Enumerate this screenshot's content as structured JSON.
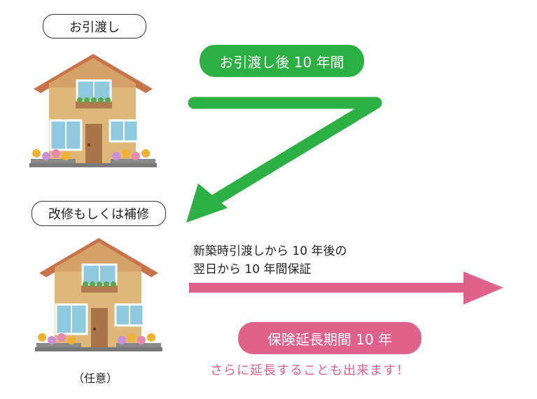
{
  "labels": {
    "handover": "お引渡し",
    "renovation": "改修もしくは補修",
    "optional": "（任意）"
  },
  "badges": {
    "green": "お引渡し後 10 年間",
    "pink": "保険延長期間 10 年"
  },
  "note": {
    "line1": "新築時引渡しから 10 年後の",
    "line2": "翌日から 10 年間保証"
  },
  "extension_note": "さらに延長することも出来ます！",
  "colors": {
    "green": "#2db043",
    "pink": "#e0628b",
    "roof": "#c9734a",
    "wall": "#deb77a",
    "window": "#8fc9e0",
    "door": "#a9744a"
  }
}
